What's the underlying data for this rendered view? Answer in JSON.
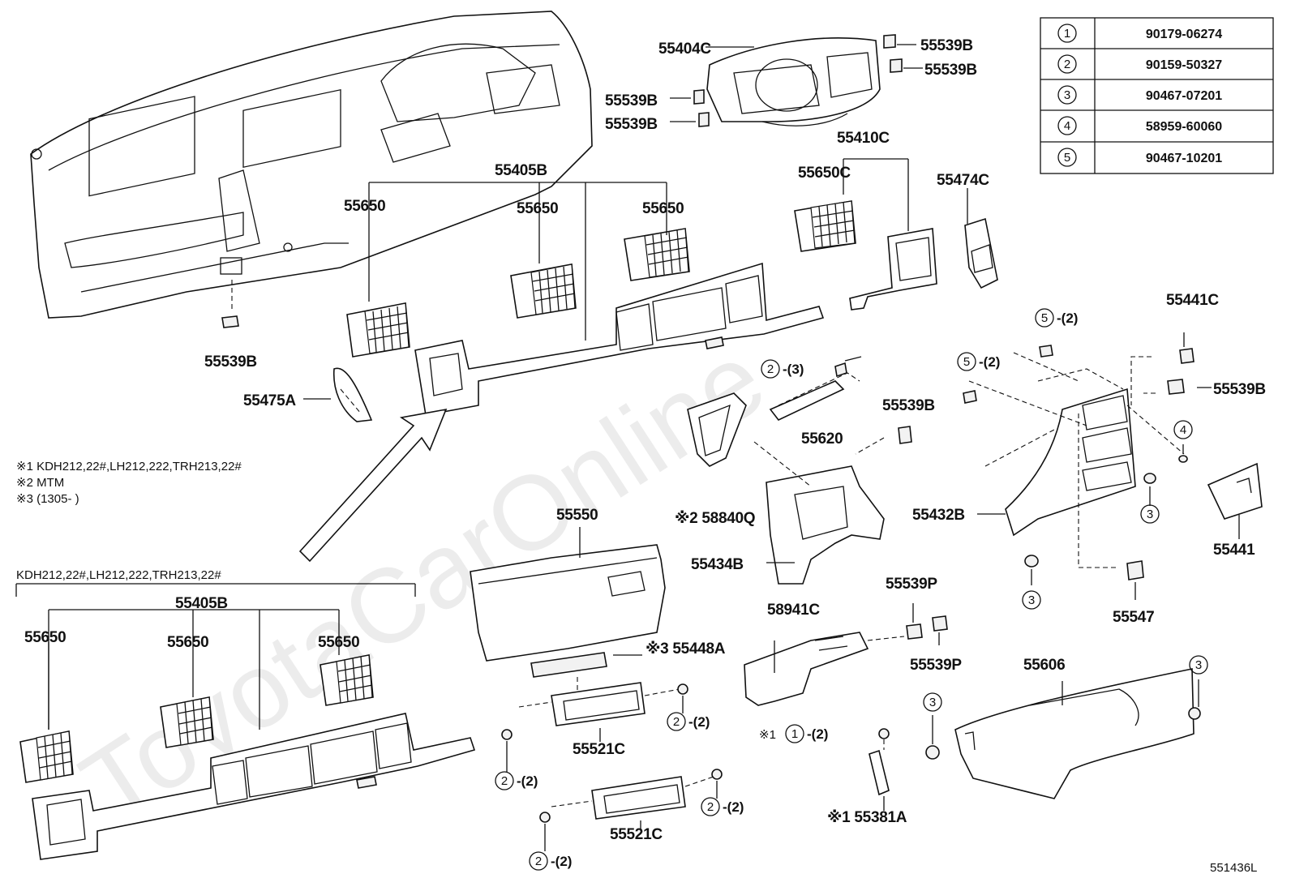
{
  "watermark": "ToyotaCarOnline",
  "diagram_id": "551436L",
  "reference_table": [
    {
      "num": "1",
      "part": "90179-06274"
    },
    {
      "num": "2",
      "part": "90159-50327"
    },
    {
      "num": "3",
      "part": "90467-07201"
    },
    {
      "num": "4",
      "part": "58959-60060"
    },
    {
      "num": "5",
      "part": "90467-10201"
    }
  ],
  "notes": {
    "n1": "※1 KDH212,22#,LH212,222,TRH213,22#",
    "n2": "※2 MTM",
    "n3": "※3 (1305-        )"
  },
  "variant_heading": "KDH212,22#,LH212,222,TRH213,22#",
  "labels": {
    "p55404C": "55404C",
    "p55539B_tr1": "55539B",
    "p55539B_tr2": "55539B",
    "p55539B_l1": "55539B",
    "p55539B_l2": "55539B",
    "p55405B": "55405B",
    "p55650_a": "55650",
    "p55650_b": "55650",
    "p55650_c": "55650",
    "p55410C": "55410C",
    "p55650C": "55650C",
    "p55474C": "55474C",
    "p55539B_dash": "55539B",
    "p55475A": "55475A",
    "p2_3": "2",
    "p2_3_qty": "-(3)",
    "p55620": "55620",
    "p55539B_mid": "55539B",
    "p5_2a": "5",
    "p5_2a_qty": "-(2)",
    "p5_2b": "5",
    "p5_2b_qty": "-(2)",
    "p55441C": "55441C",
    "p55539B_right": "55539B",
    "p4": "4",
    "p58840Q": "※2 58840Q",
    "p55434B": "55434B",
    "p55432B": "55432B",
    "p3_a": "3",
    "p3_b": "3",
    "p55441": "55441",
    "p55547": "55547",
    "p55550": "55550",
    "p55448A": "※3 55448A",
    "p58941C": "58941C",
    "p55539P_a": "55539P",
    "p55539P_b": "55539P",
    "p55606": "55606",
    "p3_c": "3",
    "p3_d": "3",
    "p55521C_a": "55521C",
    "p55521C_b": "55521C",
    "p2_2a": "2",
    "p2_2a_qty": "-(2)",
    "p2_2b": "2",
    "p2_2b_qty": "-(2)",
    "p2_2c": "2",
    "p2_2c_qty": "-(2)",
    "p2_2d": "2",
    "p2_2d_qty": "-(2)",
    "p1_2_prefix": "※1",
    "p1_2": "1",
    "p1_2_qty": "-(2)",
    "p55381A": "※1 55381A",
    "b55405B": "55405B",
    "b55650_a": "55650",
    "b55650_b": "55650",
    "b55650_c": "55650"
  }
}
